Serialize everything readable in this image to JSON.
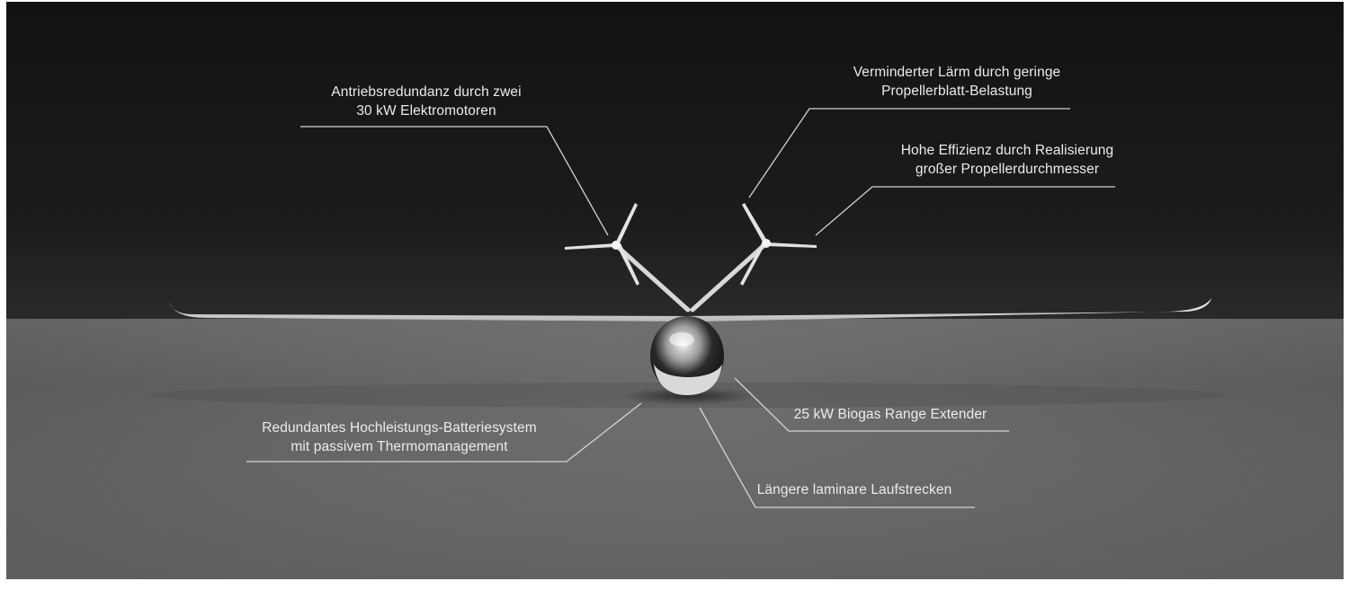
{
  "annotations": {
    "drive_redundancy": {
      "line1": "Antriebsredundanz durch zwei",
      "line2": "30 kW Elektromotoren"
    },
    "noise_reduction": {
      "line1": "Verminderter Lärm durch geringe",
      "line2": "Propellerblatt-Belastung"
    },
    "efficiency": {
      "line1": "Hohe Effizienz durch Realisierung",
      "line2": "großer Propellerdurchmesser"
    },
    "battery": {
      "line1": "Redundantes Hochleistungs-Batteriesystem",
      "line2": "mit passivem Thermomanagement"
    },
    "range_extender": {
      "line1": "25 kW Biogas Range Extender"
    },
    "laminar": {
      "line1": "Längere laminare Laufstrecken"
    }
  },
  "colors": {
    "background_top": "#141414",
    "floor": "#777777",
    "label_text": "#ececec",
    "leader_line": "#d4d4d4"
  }
}
